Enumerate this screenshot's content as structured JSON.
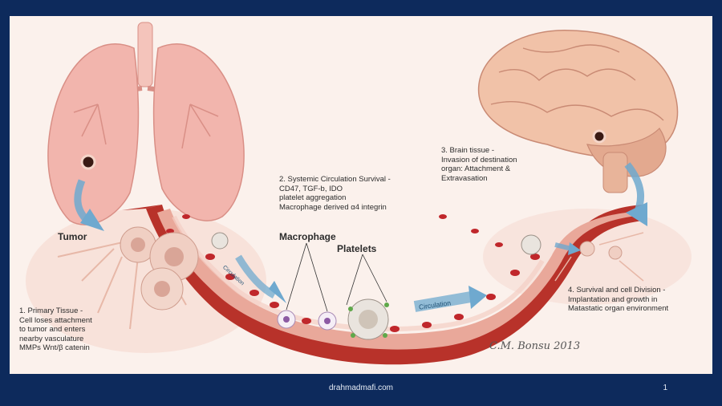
{
  "slide": {
    "labels": {
      "tumor": "Tumor",
      "macrophage": "Macrophage",
      "platelets": "Platelets",
      "step1": "1. Primary Tissue -\nCell loses attachment\nto tumor and enters\nnearby vasculature\nMMPs Wnt/β catenin",
      "step2": "2. Systemic Circulation Survival -\nCD47, TGF-b, IDO\nplatelet aggregation\nMacrophage derived α4 integrin",
      "step3": "3. Brain tissue -\nInvasion of destination\norgan: Attachment &\nExtravasation",
      "step4": "4. Survival and cell Division -\nImplantation and growth in\nMatastatic organ environment",
      "circulation_left": "Circulation",
      "circulation_right": "Circulation"
    }
  },
  "footer": {
    "website": "drahmadmafi.com",
    "page_number": "1"
  },
  "colors": {
    "frame": "#0d2a5c",
    "background": "#fbf1ec",
    "vessel_outer": "#b8322a",
    "vessel_inner": "#e9a89a",
    "lung": "#f2b5ad",
    "brain": "#f1c2a8",
    "arrow": "#6fa9cf"
  }
}
